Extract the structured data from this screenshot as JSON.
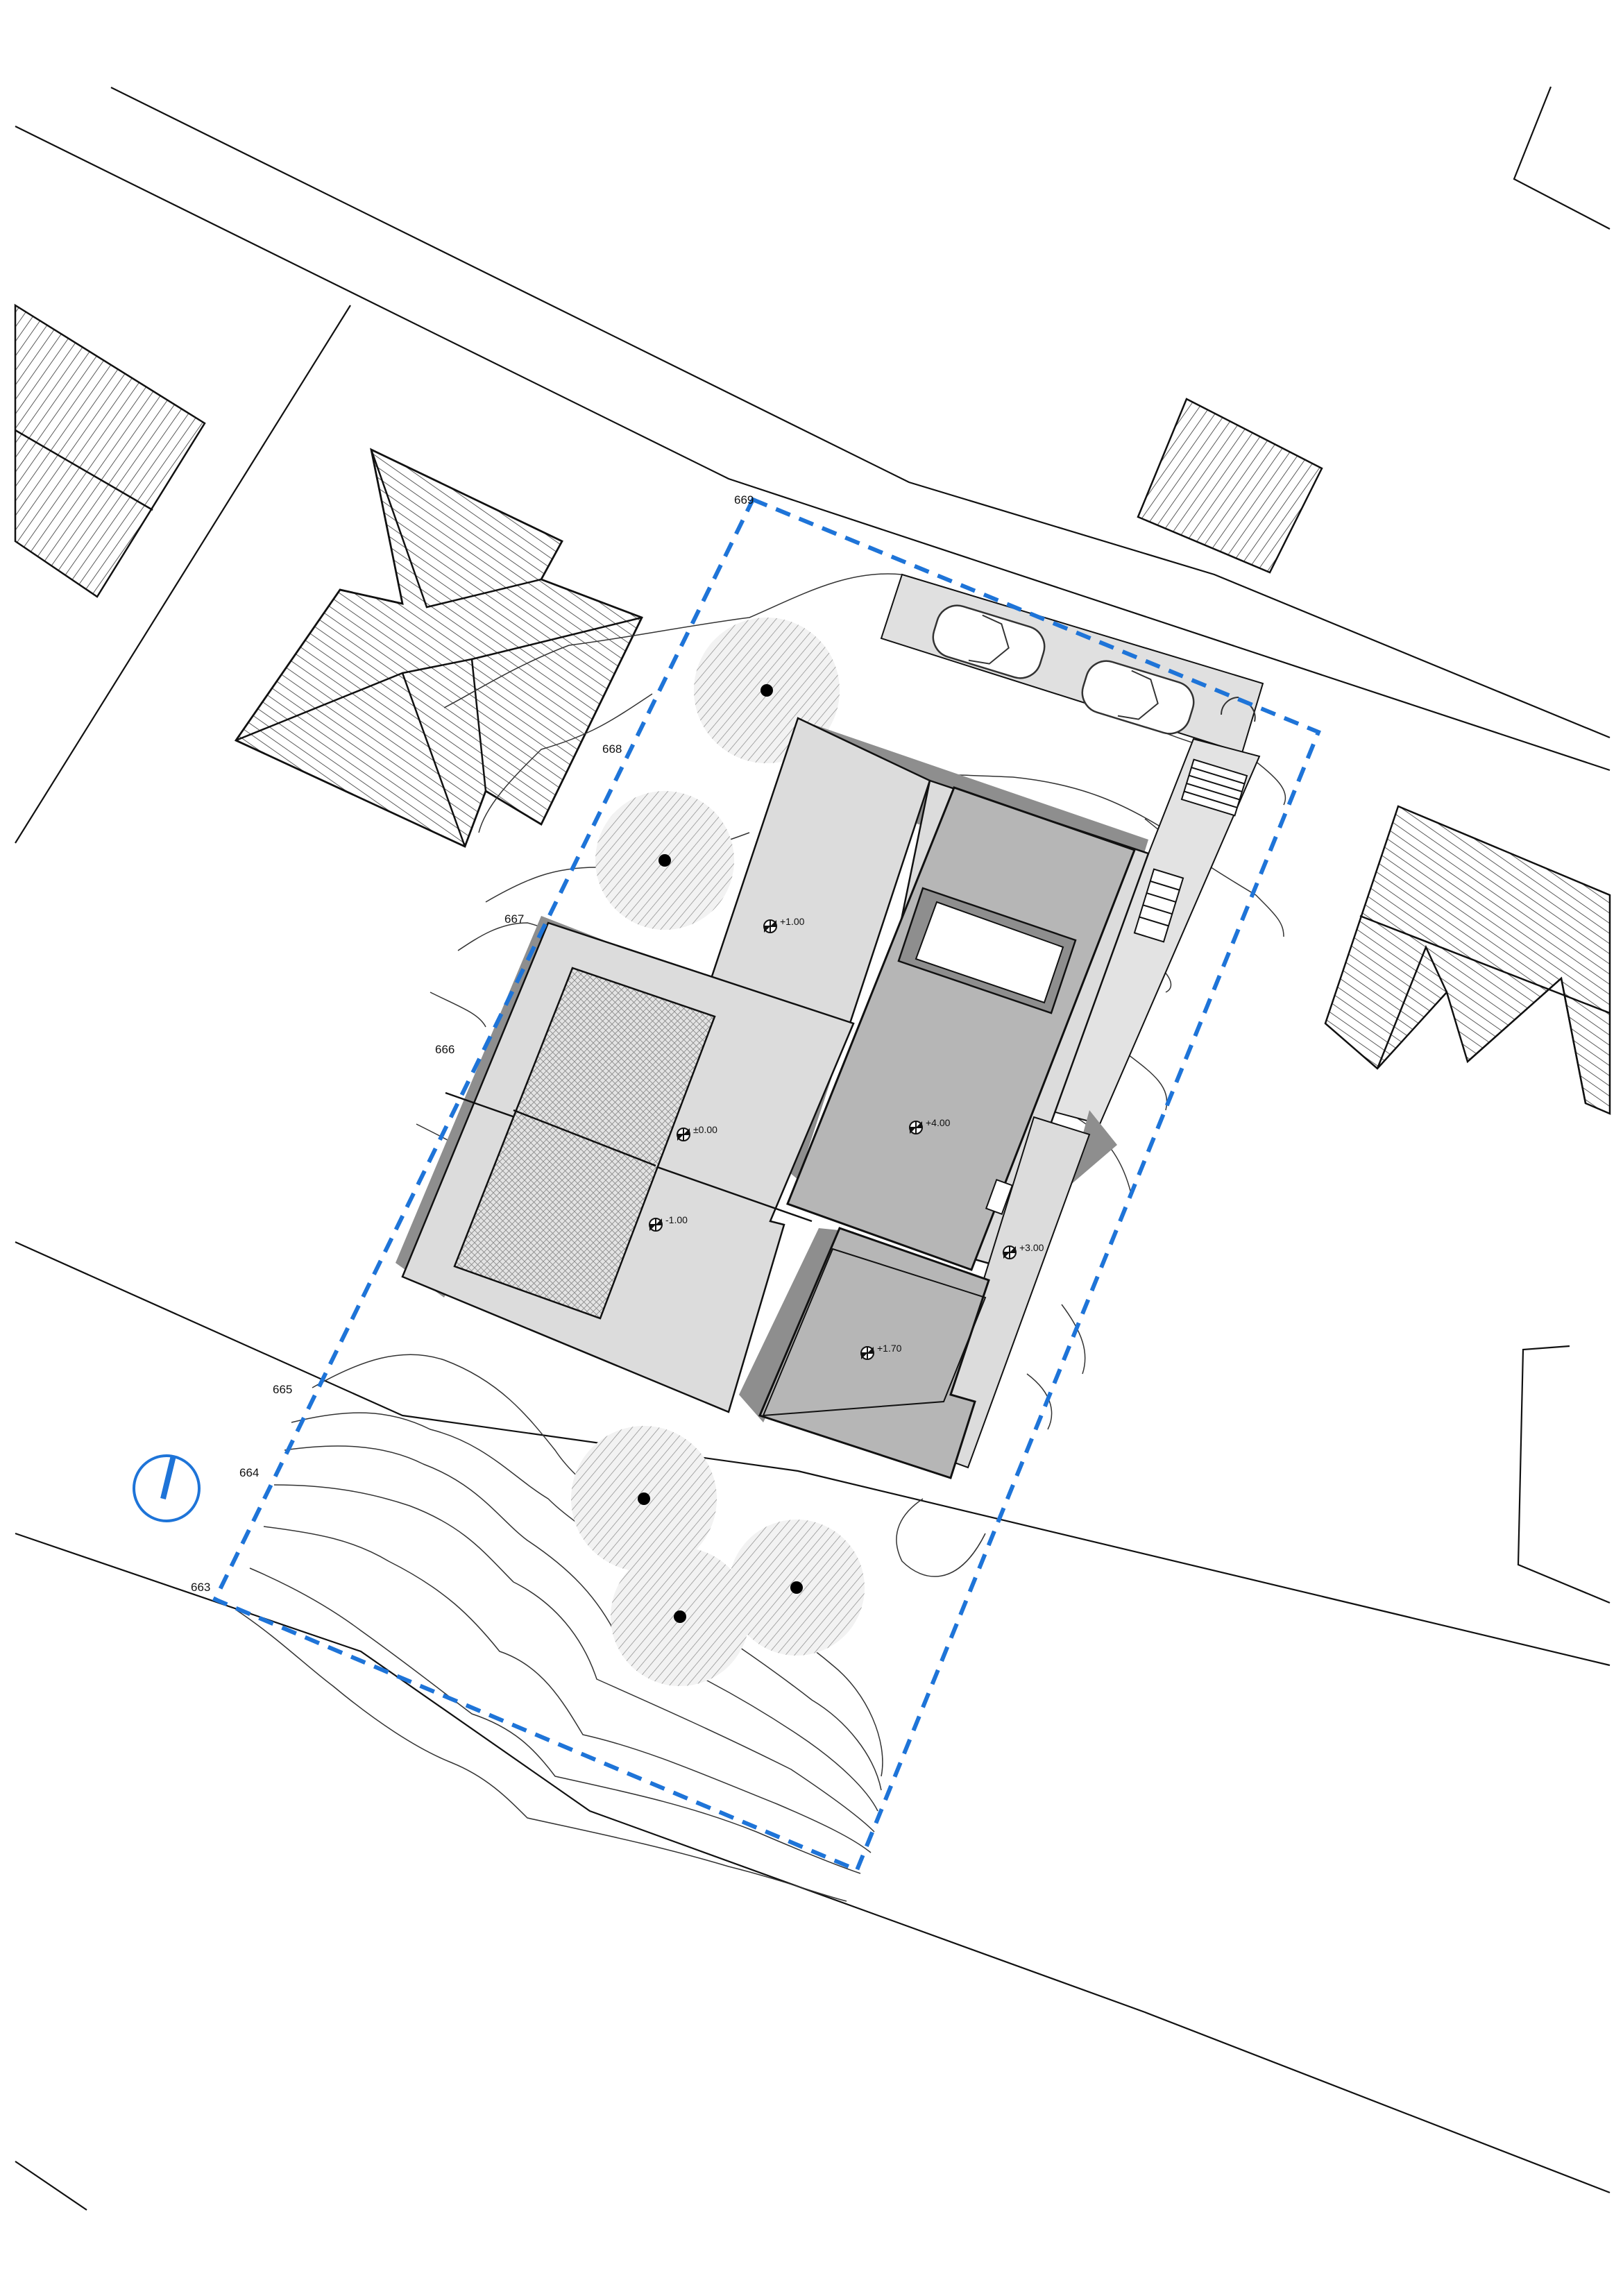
{
  "contour_labels": [
    "669",
    "668",
    "667",
    "666",
    "665",
    "664",
    "663"
  ],
  "level_markers": [
    "+1.00",
    "±0.00",
    "-1.00",
    "+4.00",
    "+3.00",
    "+1.70"
  ],
  "colors": {
    "plot_boundary": "#1e74d8",
    "north_arrow": "#1e74d8",
    "roof_light": "#dcdcdc",
    "roof_mid": "#b6b6b6",
    "roof_dark": "#8e8e8e",
    "line": "#111111"
  },
  "icons": {
    "north_arrow": "north-arrow-icon",
    "tree": "tree-canopy-icon",
    "car": "car-icon",
    "level_marker": "level-marker-icon"
  }
}
